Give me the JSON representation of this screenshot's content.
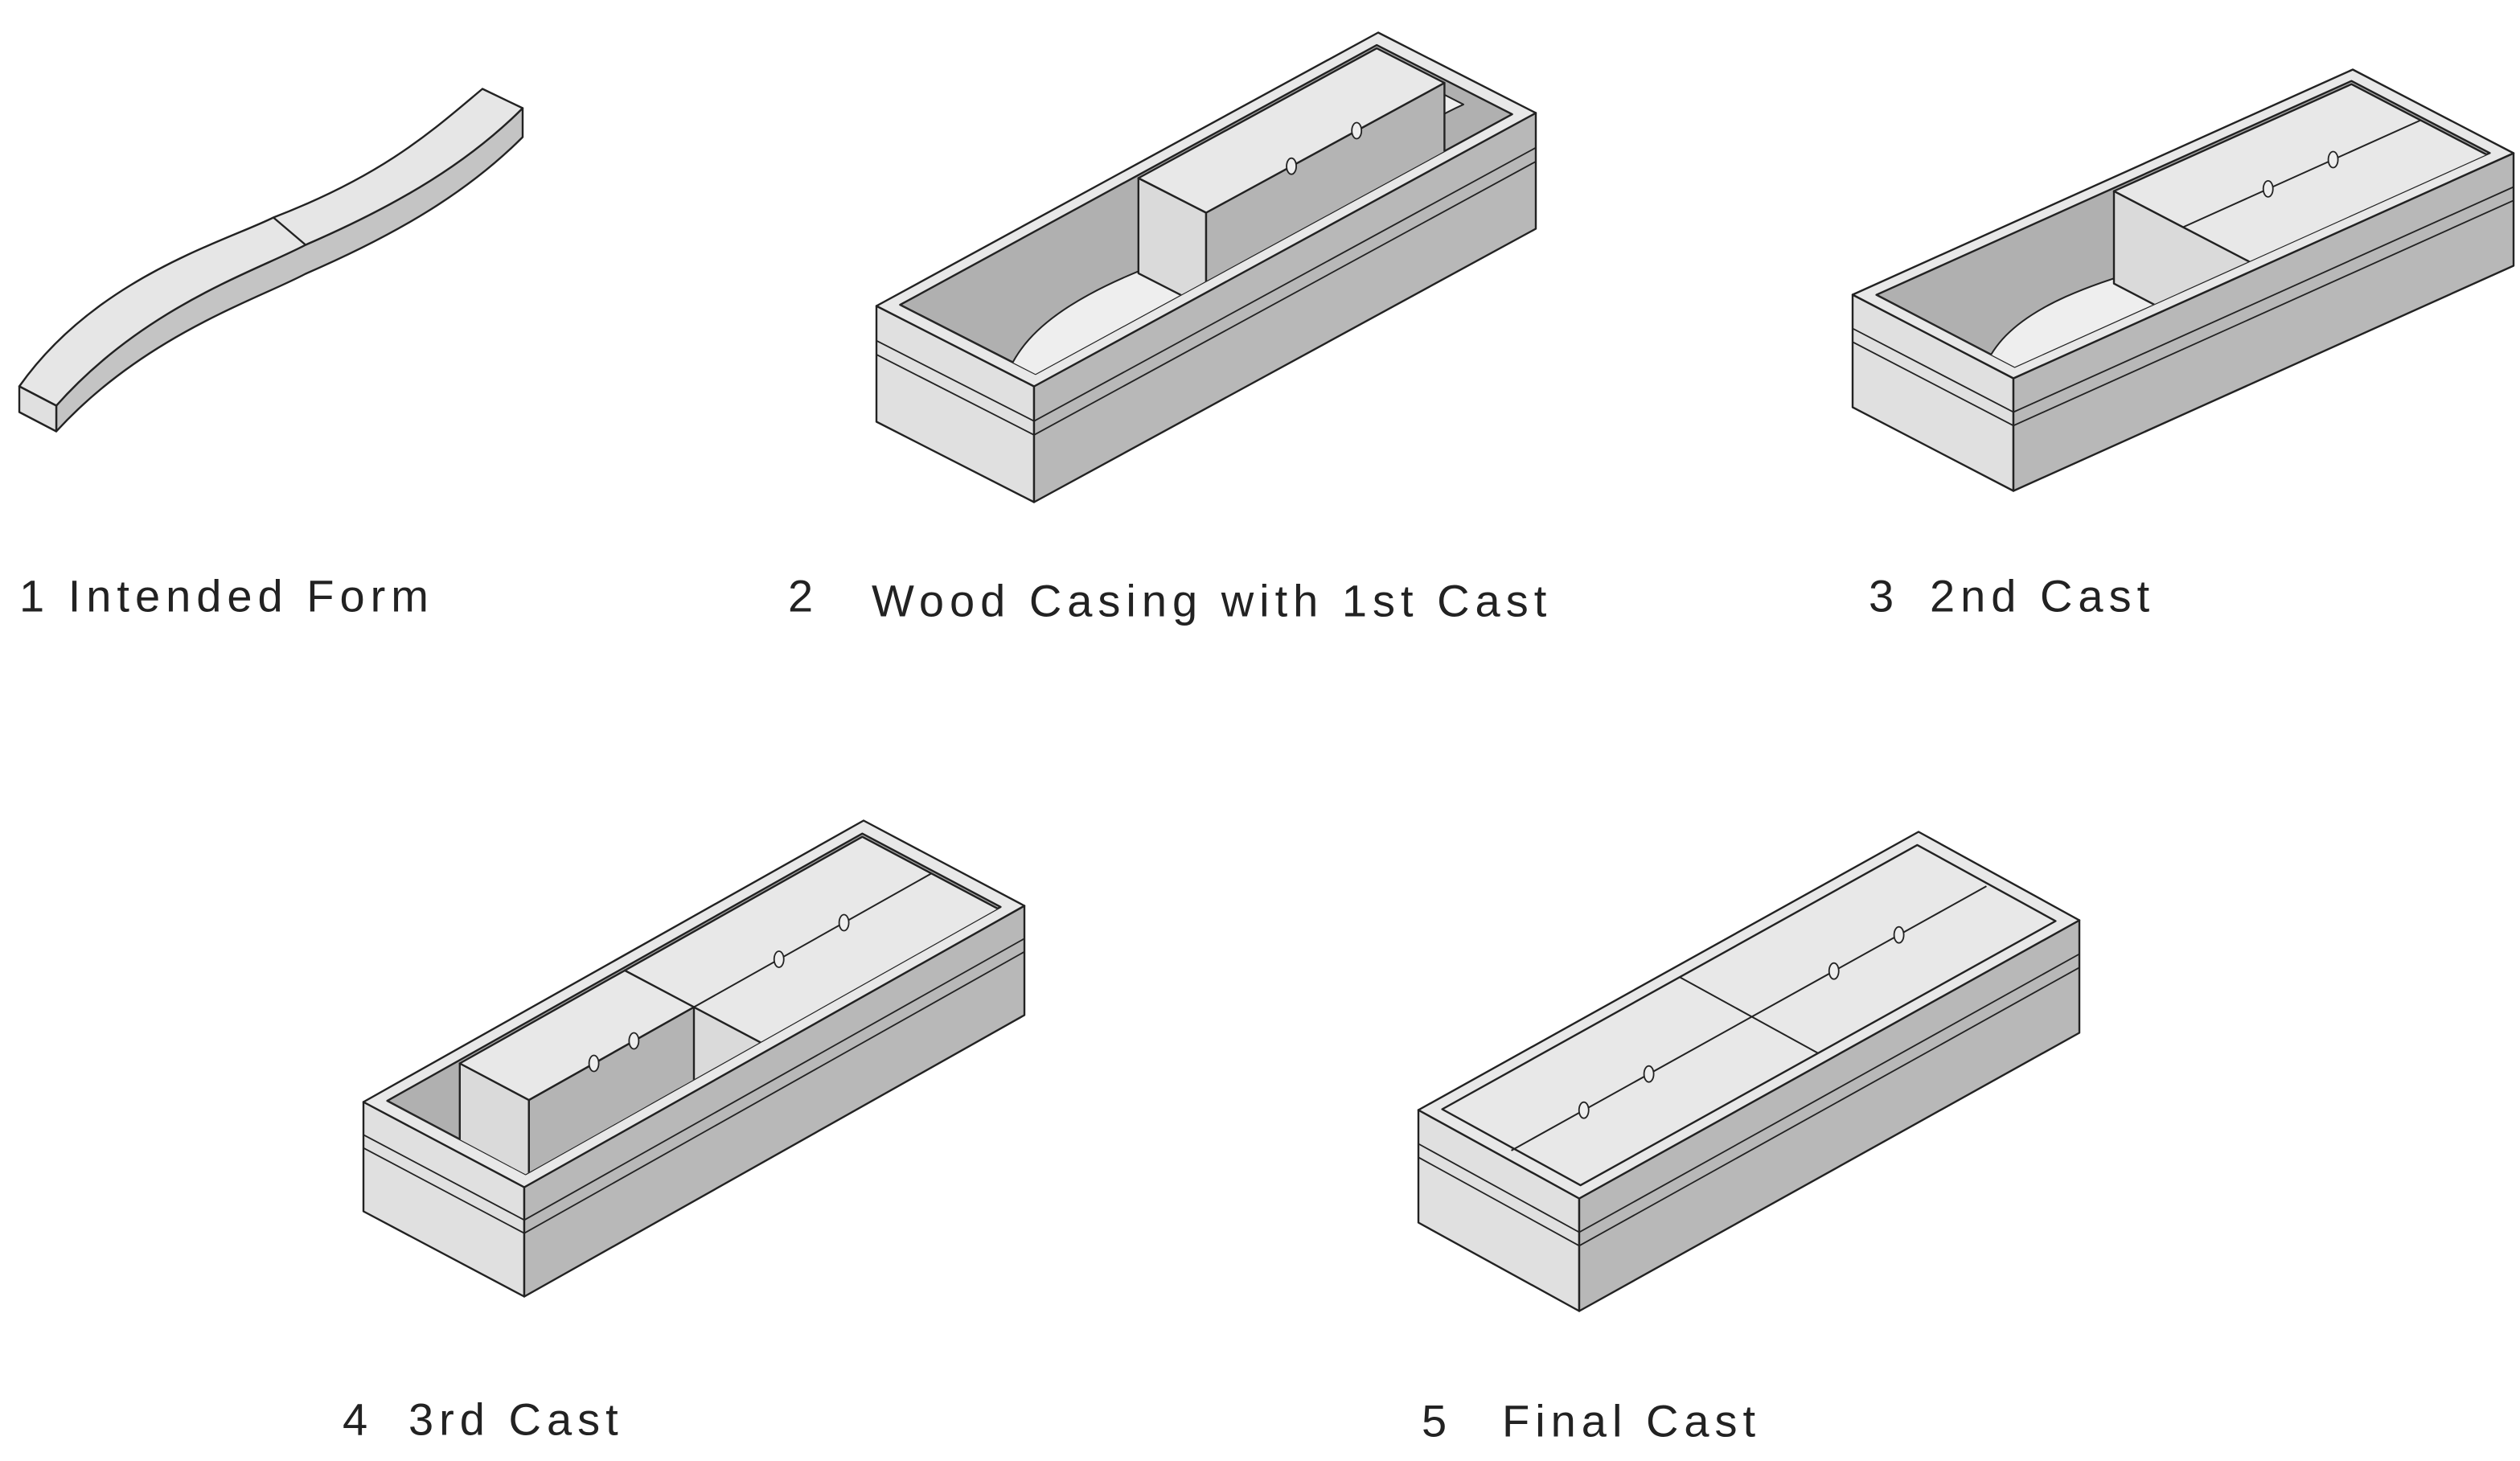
{
  "panels": [
    {
      "number": "1",
      "title": "Intended Form"
    },
    {
      "number": "2",
      "title": "Wood Casing with 1st Cast"
    },
    {
      "number": "3",
      "title": "2nd Cast"
    },
    {
      "number": "4",
      "title": "3rd Cast"
    },
    {
      "number": "5",
      "title": "Final Cast"
    }
  ],
  "colors": {
    "outline": "#222222",
    "left_face": "#e0e0e0",
    "right_face": "#b8b8b8",
    "top_face": "#e8e8e8",
    "interior": "#b0b0b0"
  }
}
